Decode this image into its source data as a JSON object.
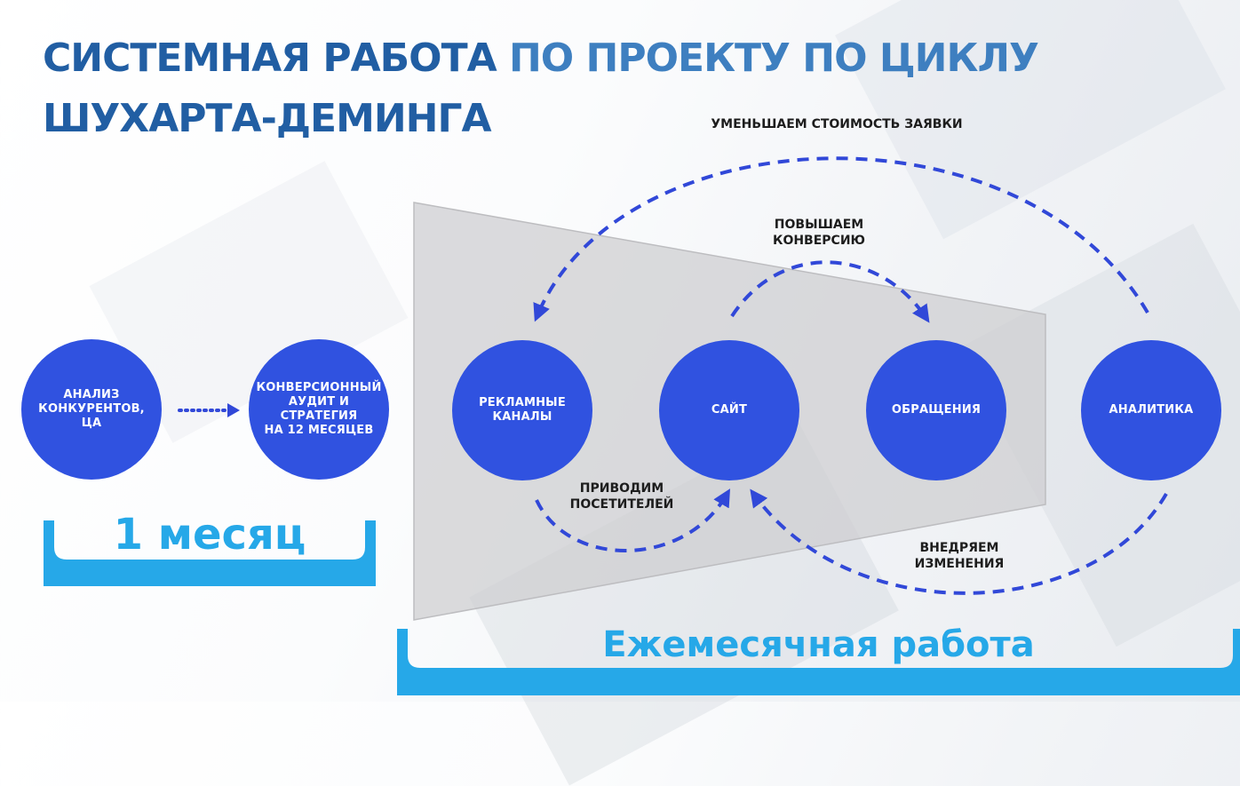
{
  "title": {
    "line1_part1": "СИСТЕМНАЯ РАБОТА",
    "line1_part2": "ПО ПРОЕКТУ ПО ЦИКЛУ",
    "line2": "ШУХАРТА-ДЕМИНГА"
  },
  "circles": {
    "competitor_analysis": "АНАЛИЗ\nКОНКУРЕНТОВ,\nЦА",
    "conversion_audit": "КОНВЕРСИОННЫЙ\nАУДИТ И\nСТРАТЕГИЯ\nНА 12 МЕСЯЦЕВ",
    "ad_channels": "РЕКЛАМНЫЕ\nКАНАЛЫ",
    "site": "САЙТ",
    "inquiries": "ОБРАЩЕНИЯ",
    "analytics": "АНАЛИТИКА"
  },
  "labels": {
    "reduce_cost": "УМЕНЬШАЕМ СТОИМОСТЬ ЗАЯВКИ",
    "increase_conversion": "ПОВЫШАЕМ\nКОНВЕРСИЮ",
    "bring_visitors": "ПРИВОДИМ\nПОСЕТИТЕЛЕЙ",
    "implement_changes": "ВНЕДРЯЕМ\nИЗМЕНЕНИЯ"
  },
  "brackets": {
    "one_month": "1 месяц",
    "monthly_work": "Ежемесячная работа"
  },
  "colors": {
    "circle": "#3052e0",
    "arrow": "#3148d8",
    "bracket": "#26a8e8",
    "title_dark": "#215ea3",
    "title_light": "#3e7fc0"
  }
}
